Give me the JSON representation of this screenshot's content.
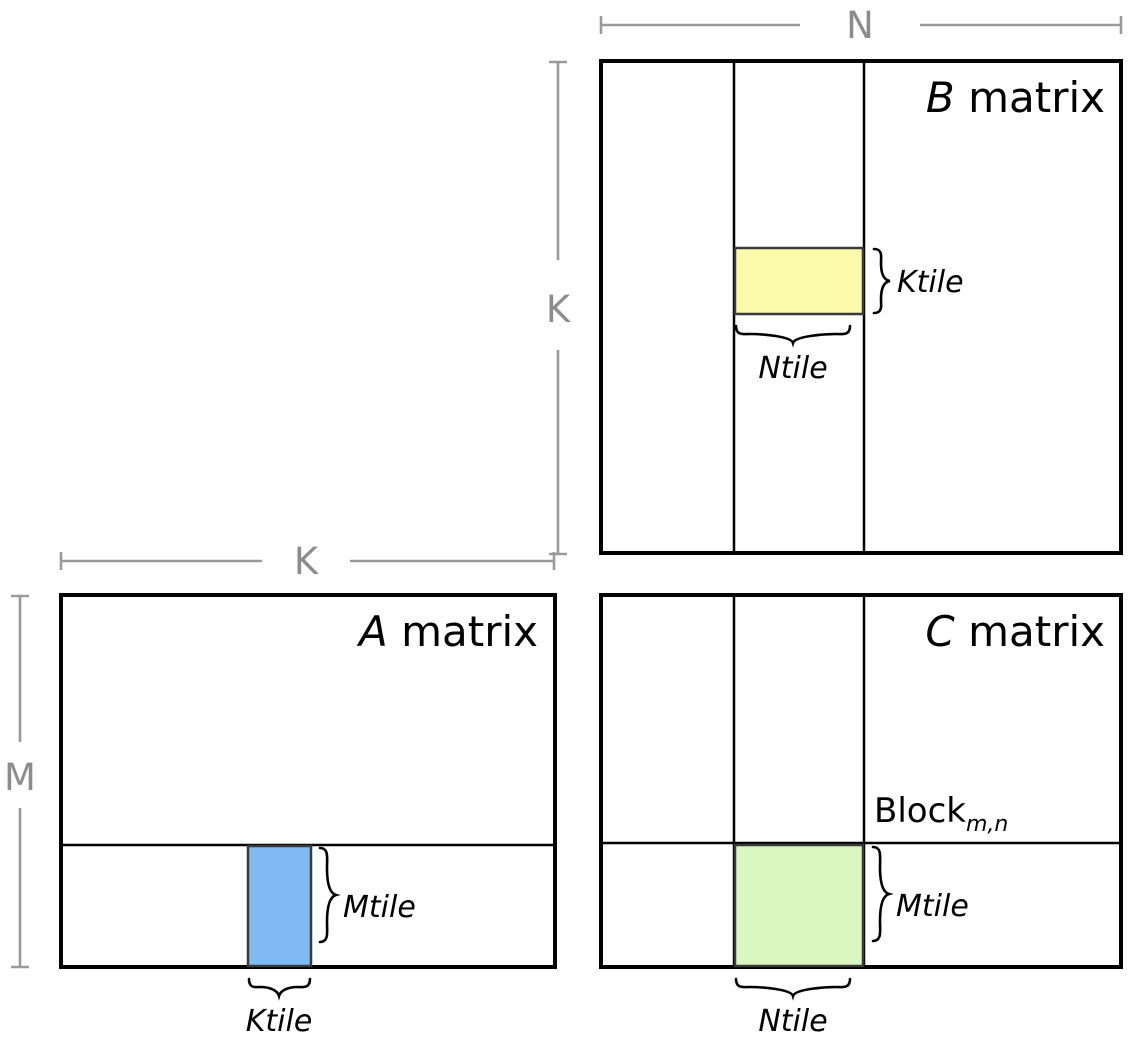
{
  "diagram": {
    "title_b": {
      "italic": "B",
      "rest": " matrix"
    },
    "title_a": {
      "italic": "A",
      "rest": " matrix"
    },
    "title_c": {
      "italic": "C",
      "rest": " matrix"
    },
    "block_label": {
      "base": "Block",
      "subscript": "m,n"
    },
    "dimensions": {
      "n": "N",
      "k_vertical": "K",
      "k_horizontal": "K",
      "m": "M"
    },
    "tiles": {
      "b_ktile": "Ktile",
      "b_ntile": "Ntile",
      "a_mtile": "Mtile",
      "a_ktile": "Ktile",
      "c_mtile": "Mtile",
      "c_ntile": "Ntile"
    },
    "colors": {
      "b_column_strip": "#fdfdf0",
      "b_ktile_fill": "#fafaaa",
      "a_row_strip": "#e9f3fd",
      "a_ktile_fill": "#7fbbf2",
      "c_block_fill": "#d9f7c0",
      "matrix_border": "#000000",
      "dimension_gray": "#9a9a9a",
      "background": "#ffffff"
    }
  }
}
